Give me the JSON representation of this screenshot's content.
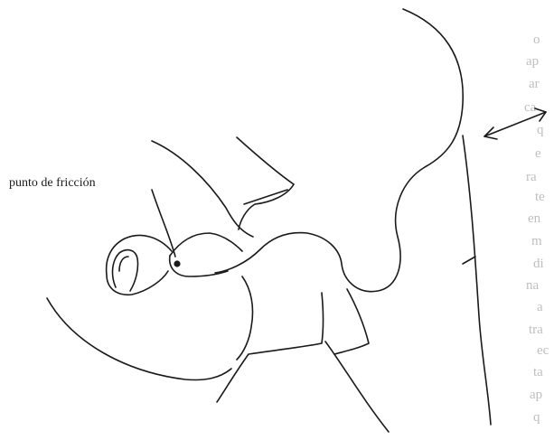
{
  "diagram": {
    "label": "punto de fricción",
    "arrow": "double-headed-arrow",
    "marker": "friction-point-dot"
  }
}
